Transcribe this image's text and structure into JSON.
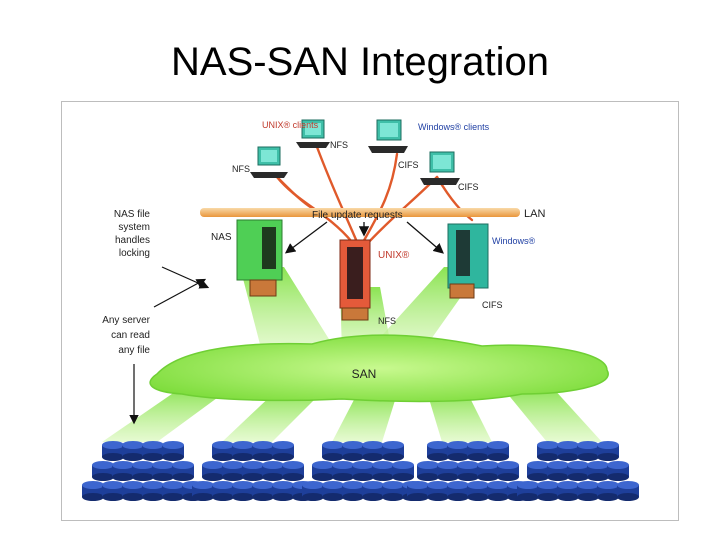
{
  "slide": {
    "title": "NAS-SAN Integration"
  },
  "colors": {
    "orange_accent": "#e8762b",
    "lan_bar": "#f6c27c",
    "san_green": "#8fe84a",
    "server_green": "#4fcf55",
    "server_teal": "#2fb69e",
    "disk_blue": "#1e3f9a",
    "label_blue": "#1f3fa3",
    "label_red": "#c0392b"
  },
  "labels": {
    "unix_clients": "UNIX® clients",
    "windows_clients": "Windows® clients",
    "nfs_client_left": "NFS",
    "nfs_client_top": "NFS",
    "cifs_client_top": "CIFS",
    "cifs_client_right": "CIFS",
    "lan": "LAN",
    "file_update_requests": "File update requests",
    "nas": "NAS",
    "unix_server": "UNIX®",
    "windows_server": "Windows®",
    "nfs_server": "NFS",
    "cifs_server": "CIFS",
    "san": "SAN",
    "nas_note_1": "NAS file",
    "nas_note_2": "system",
    "nas_note_3": "handles",
    "nas_note_4": "locking",
    "any_note_1": "Any server",
    "any_note_2": "can read",
    "any_note_3": "any file"
  },
  "icons": {
    "client": "desktop-computer-icon",
    "server": "server-rack-icon",
    "disk": "disk-drive-icon"
  }
}
